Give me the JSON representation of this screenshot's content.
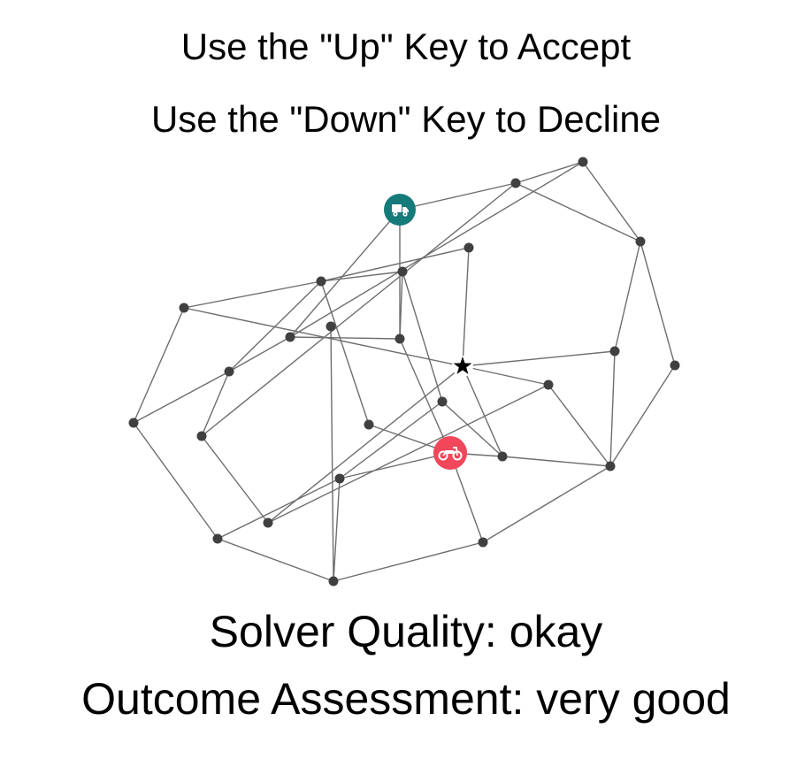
{
  "instructions": {
    "accept": "Use the \"Up\" Key to Accept",
    "decline": "Use the \"Down\" Key to Decline"
  },
  "status": {
    "quality_label": "Solver Quality: ",
    "quality_value": "okay",
    "assessment_label": "Outcome Assessment: ",
    "assessment_value": "very good"
  },
  "markers": {
    "truck": {
      "icon": "truck-icon",
      "color": "#157a7a"
    },
    "motorcycle": {
      "icon": "motorcycle-icon",
      "color": "#f0475a"
    },
    "destination": {
      "icon": "star-icon",
      "color": "#000000"
    }
  }
}
